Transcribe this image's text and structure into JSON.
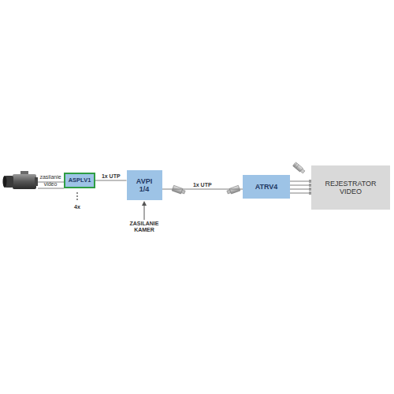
{
  "diagram": {
    "nodes": [
      {
        "text": [
          "ASPLV1"
        ]
      },
      {
        "text": [
          "AVPI 1/4"
        ]
      },
      {
        "text": [
          "ATRV4"
        ]
      },
      {
        "text": [
          "REJESTRATOR VIDEO"
        ]
      }
    ],
    "edges": [
      {
        "from": 0,
        "to": 1,
        "label": "1x UTP",
        "arrow": "none"
      },
      {
        "from": 1,
        "to": 2,
        "label": "1x UTP",
        "arrow": "none"
      },
      {
        "from": 2,
        "to": 3,
        "arrow": "none"
      },
      {
        "from": 2,
        "to": 3,
        "arrow": "none"
      },
      {
        "from": 2,
        "to": 3,
        "arrow": "none"
      },
      {
        "from": 2,
        "to": 3,
        "arrow": "none"
      }
    ],
    "labels": [
      "zasilanie",
      "video",
      "4x",
      "ZASILANIE KAMER"
    ]
  }
}
